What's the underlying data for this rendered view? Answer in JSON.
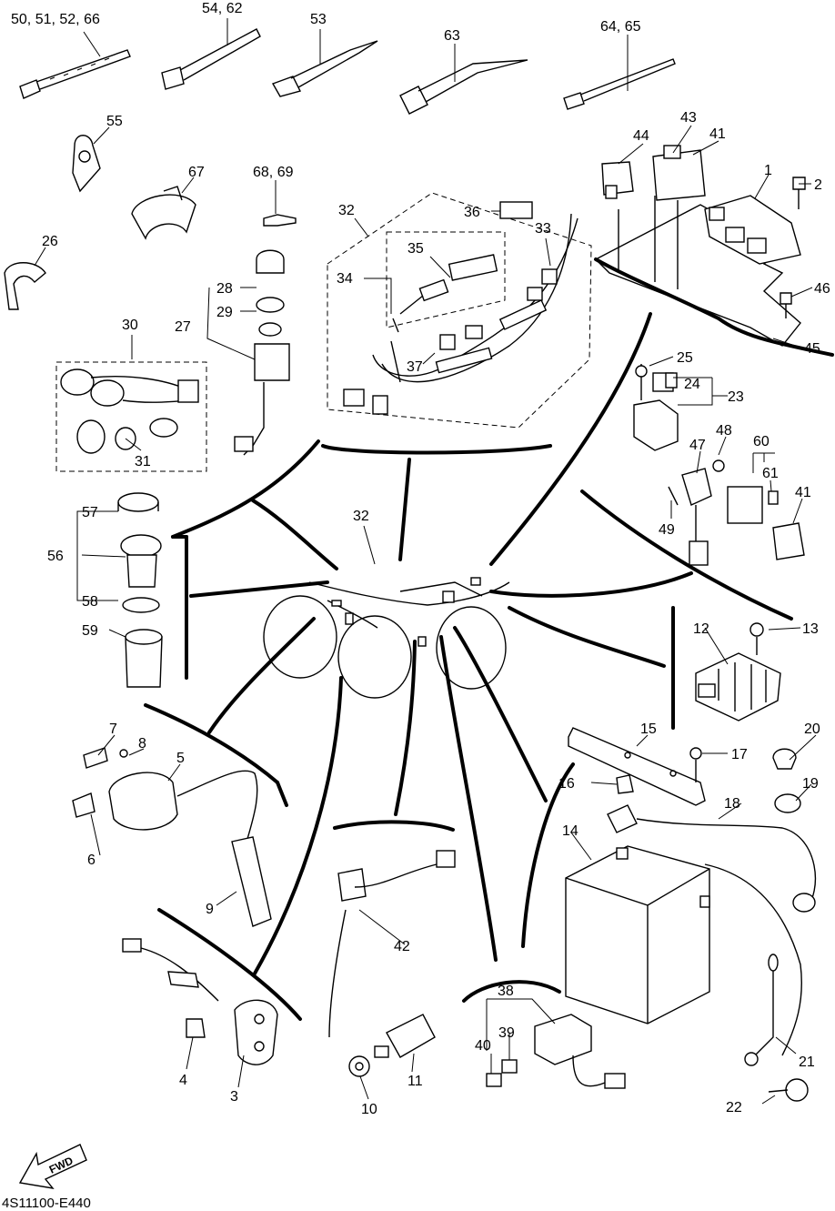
{
  "diagram": {
    "code": "4S11100-E440",
    "fwd_label": "FWD",
    "callouts": [
      {
        "id": "c-50-52-66",
        "text": "50, 51, 52, 66"
      },
      {
        "id": "c-54-62",
        "text": "54, 62"
      },
      {
        "id": "c-53",
        "text": "53"
      },
      {
        "id": "c-63",
        "text": "63"
      },
      {
        "id": "c-64-65",
        "text": "64, 65"
      },
      {
        "id": "c-55",
        "text": "55"
      },
      {
        "id": "c-67",
        "text": "67"
      },
      {
        "id": "c-68-69",
        "text": "68,  69"
      },
      {
        "id": "c-26",
        "text": "26"
      },
      {
        "id": "c-28",
        "text": "28"
      },
      {
        "id": "c-29",
        "text": "29"
      },
      {
        "id": "c-27",
        "text": "27"
      },
      {
        "id": "c-30",
        "text": "30"
      },
      {
        "id": "c-31",
        "text": "31"
      },
      {
        "id": "c-32a",
        "text": "32"
      },
      {
        "id": "c-34",
        "text": "34"
      },
      {
        "id": "c-35",
        "text": "35"
      },
      {
        "id": "c-36",
        "text": "36"
      },
      {
        "id": "c-33",
        "text": "33"
      },
      {
        "id": "c-37",
        "text": "37"
      },
      {
        "id": "c-44",
        "text": "44"
      },
      {
        "id": "c-43",
        "text": "43"
      },
      {
        "id": "c-41a",
        "text": "41"
      },
      {
        "id": "c-1",
        "text": "1"
      },
      {
        "id": "c-2",
        "text": "2"
      },
      {
        "id": "c-46",
        "text": "46"
      },
      {
        "id": "c-45",
        "text": "45"
      },
      {
        "id": "c-25",
        "text": "25"
      },
      {
        "id": "c-24",
        "text": "24"
      },
      {
        "id": "c-23",
        "text": "23"
      },
      {
        "id": "c-48",
        "text": "48"
      },
      {
        "id": "c-47",
        "text": "47"
      },
      {
        "id": "c-60",
        "text": "60"
      },
      {
        "id": "c-61",
        "text": "61"
      },
      {
        "id": "c-41b",
        "text": "41"
      },
      {
        "id": "c-49",
        "text": "49"
      },
      {
        "id": "c-57",
        "text": "57"
      },
      {
        "id": "c-56",
        "text": "56"
      },
      {
        "id": "c-58",
        "text": "58"
      },
      {
        "id": "c-59",
        "text": "59"
      },
      {
        "id": "c-32b",
        "text": "32"
      },
      {
        "id": "c-12",
        "text": "12"
      },
      {
        "id": "c-13",
        "text": "13"
      },
      {
        "id": "c-7",
        "text": "7"
      },
      {
        "id": "c-8",
        "text": "8"
      },
      {
        "id": "c-5",
        "text": "5"
      },
      {
        "id": "c-6",
        "text": "6"
      },
      {
        "id": "c-9",
        "text": "9"
      },
      {
        "id": "c-15",
        "text": "15"
      },
      {
        "id": "c-17",
        "text": "17"
      },
      {
        "id": "c-20",
        "text": "20"
      },
      {
        "id": "c-16",
        "text": "16"
      },
      {
        "id": "c-19",
        "text": "19"
      },
      {
        "id": "c-18",
        "text": "18"
      },
      {
        "id": "c-14",
        "text": "14"
      },
      {
        "id": "c-42",
        "text": "42"
      },
      {
        "id": "c-4",
        "text": "4"
      },
      {
        "id": "c-3",
        "text": "3"
      },
      {
        "id": "c-38",
        "text": "38"
      },
      {
        "id": "c-39",
        "text": "39"
      },
      {
        "id": "c-40",
        "text": "40"
      },
      {
        "id": "c-11",
        "text": "11"
      },
      {
        "id": "c-10",
        "text": "10"
      },
      {
        "id": "c-21",
        "text": "21"
      },
      {
        "id": "c-22",
        "text": "22"
      }
    ]
  }
}
